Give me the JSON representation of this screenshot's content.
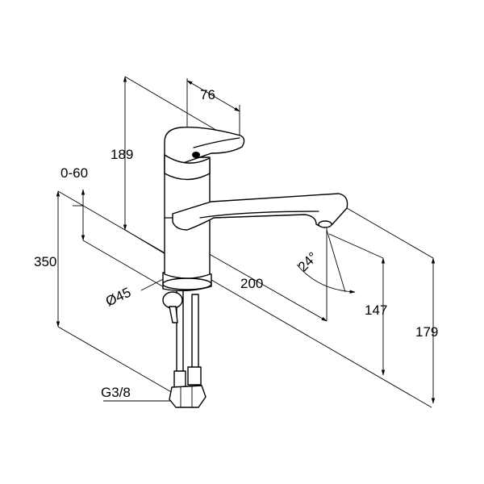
{
  "diagram": {
    "dimensions": {
      "handle_width": "76",
      "handle_height": "189",
      "adjust_range": "0-60",
      "overall_height": "350",
      "base_diameter": "Ø45",
      "spout_reach": "200",
      "spout_angle": "24°",
      "spout_height": "147",
      "top_height": "179",
      "connection_thread": "G3/8"
    }
  }
}
